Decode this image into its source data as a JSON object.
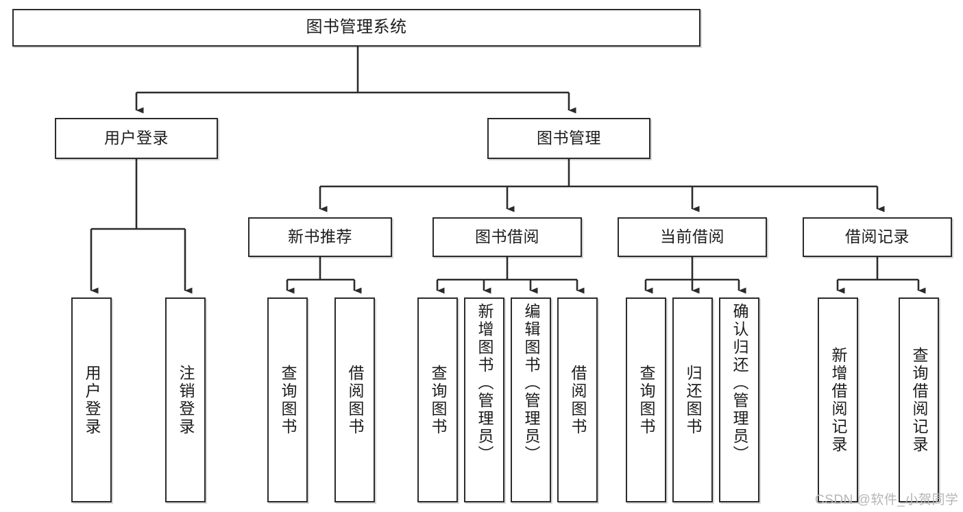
{
  "diagram": {
    "type": "tree",
    "title": "图书管理系统",
    "watermark": "CSDN @软件_小贺同学",
    "colors": {
      "stroke": "#2b2b2b",
      "fill": "#ffffff",
      "text": "#1c1c1c",
      "watermark": "#b5b5b5"
    },
    "nodes": {
      "root": {
        "label": "图书管理系统"
      },
      "level2": [
        {
          "label": "用户登录"
        },
        {
          "label": "图书管理"
        }
      ],
      "level3": [
        {
          "label": "新书推荐"
        },
        {
          "label": "图书借阅"
        },
        {
          "label": "当前借阅"
        },
        {
          "label": "借阅记录"
        }
      ],
      "leaves": {
        "user_login": [
          {
            "label": "用户登录"
          },
          {
            "label": "注销登录"
          }
        ],
        "new_book": [
          {
            "label": "查询图书"
          },
          {
            "label": "借阅图书"
          }
        ],
        "book_borrow": [
          {
            "label": "查询图书"
          },
          {
            "label": "新增图书（管理员）"
          },
          {
            "label": "编辑图书（管理员）"
          },
          {
            "label": "借阅图书"
          }
        ],
        "current_borrow": [
          {
            "label": "查询图书"
          },
          {
            "label": "归还图书"
          },
          {
            "label": "确认归还（管理员）"
          }
        ],
        "borrow_record": [
          {
            "label": "新增借阅记录"
          },
          {
            "label": "查询借阅记录"
          }
        ]
      }
    }
  }
}
